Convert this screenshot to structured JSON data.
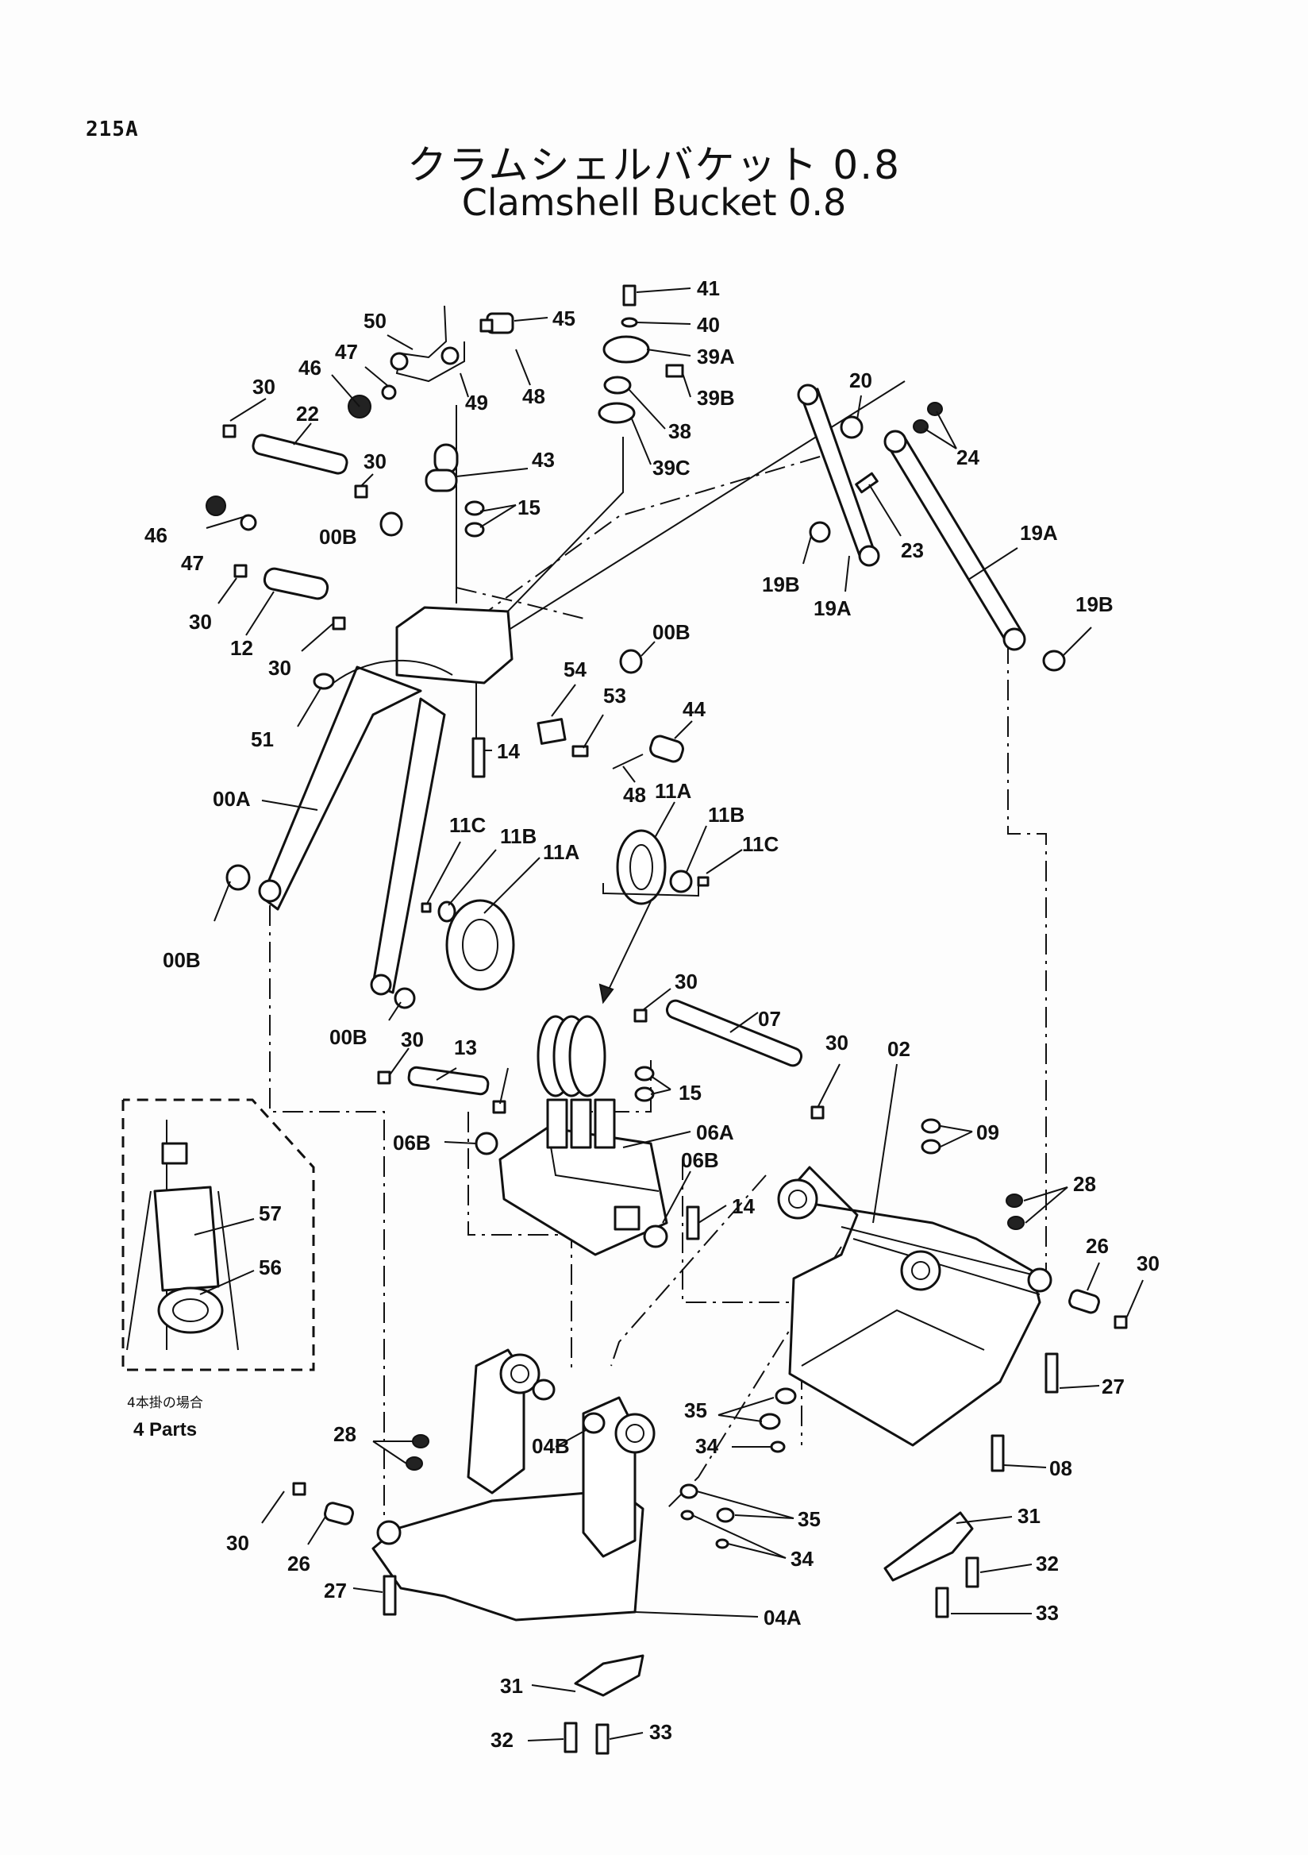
{
  "page_id": "215A",
  "title_ja": "クラムシェルバケット 0.8",
  "title_en": "Clamshell Bucket 0.8",
  "inset_note": {
    "ja": "4本掛の場合",
    "en": "4 Parts"
  },
  "callouts": [
    "41",
    "40",
    "39A",
    "39B",
    "38",
    "39C",
    "45",
    "48",
    "49",
    "50",
    "47",
    "46",
    "30",
    "22",
    "30",
    "43",
    "15",
    "00B",
    "46",
    "47",
    "30",
    "12",
    "30",
    "51",
    "00B",
    "54",
    "53",
    "44",
    "48",
    "14",
    "20",
    "24",
    "23",
    "19A",
    "19B",
    "19A",
    "19B",
    "00A",
    "11C",
    "11B",
    "11A",
    "11A",
    "11B",
    "11C",
    "00B",
    "00B",
    "30",
    "07",
    "30",
    "13",
    "30",
    "15",
    "06B",
    "06A",
    "06B",
    "14",
    "02",
    "09",
    "28",
    "26",
    "30",
    "27",
    "08",
    "57",
    "56",
    "28",
    "04B",
    "35",
    "34",
    "35",
    "34",
    "30",
    "26",
    "27",
    "04A",
    "31",
    "32",
    "33",
    "31",
    "32",
    "33"
  ]
}
